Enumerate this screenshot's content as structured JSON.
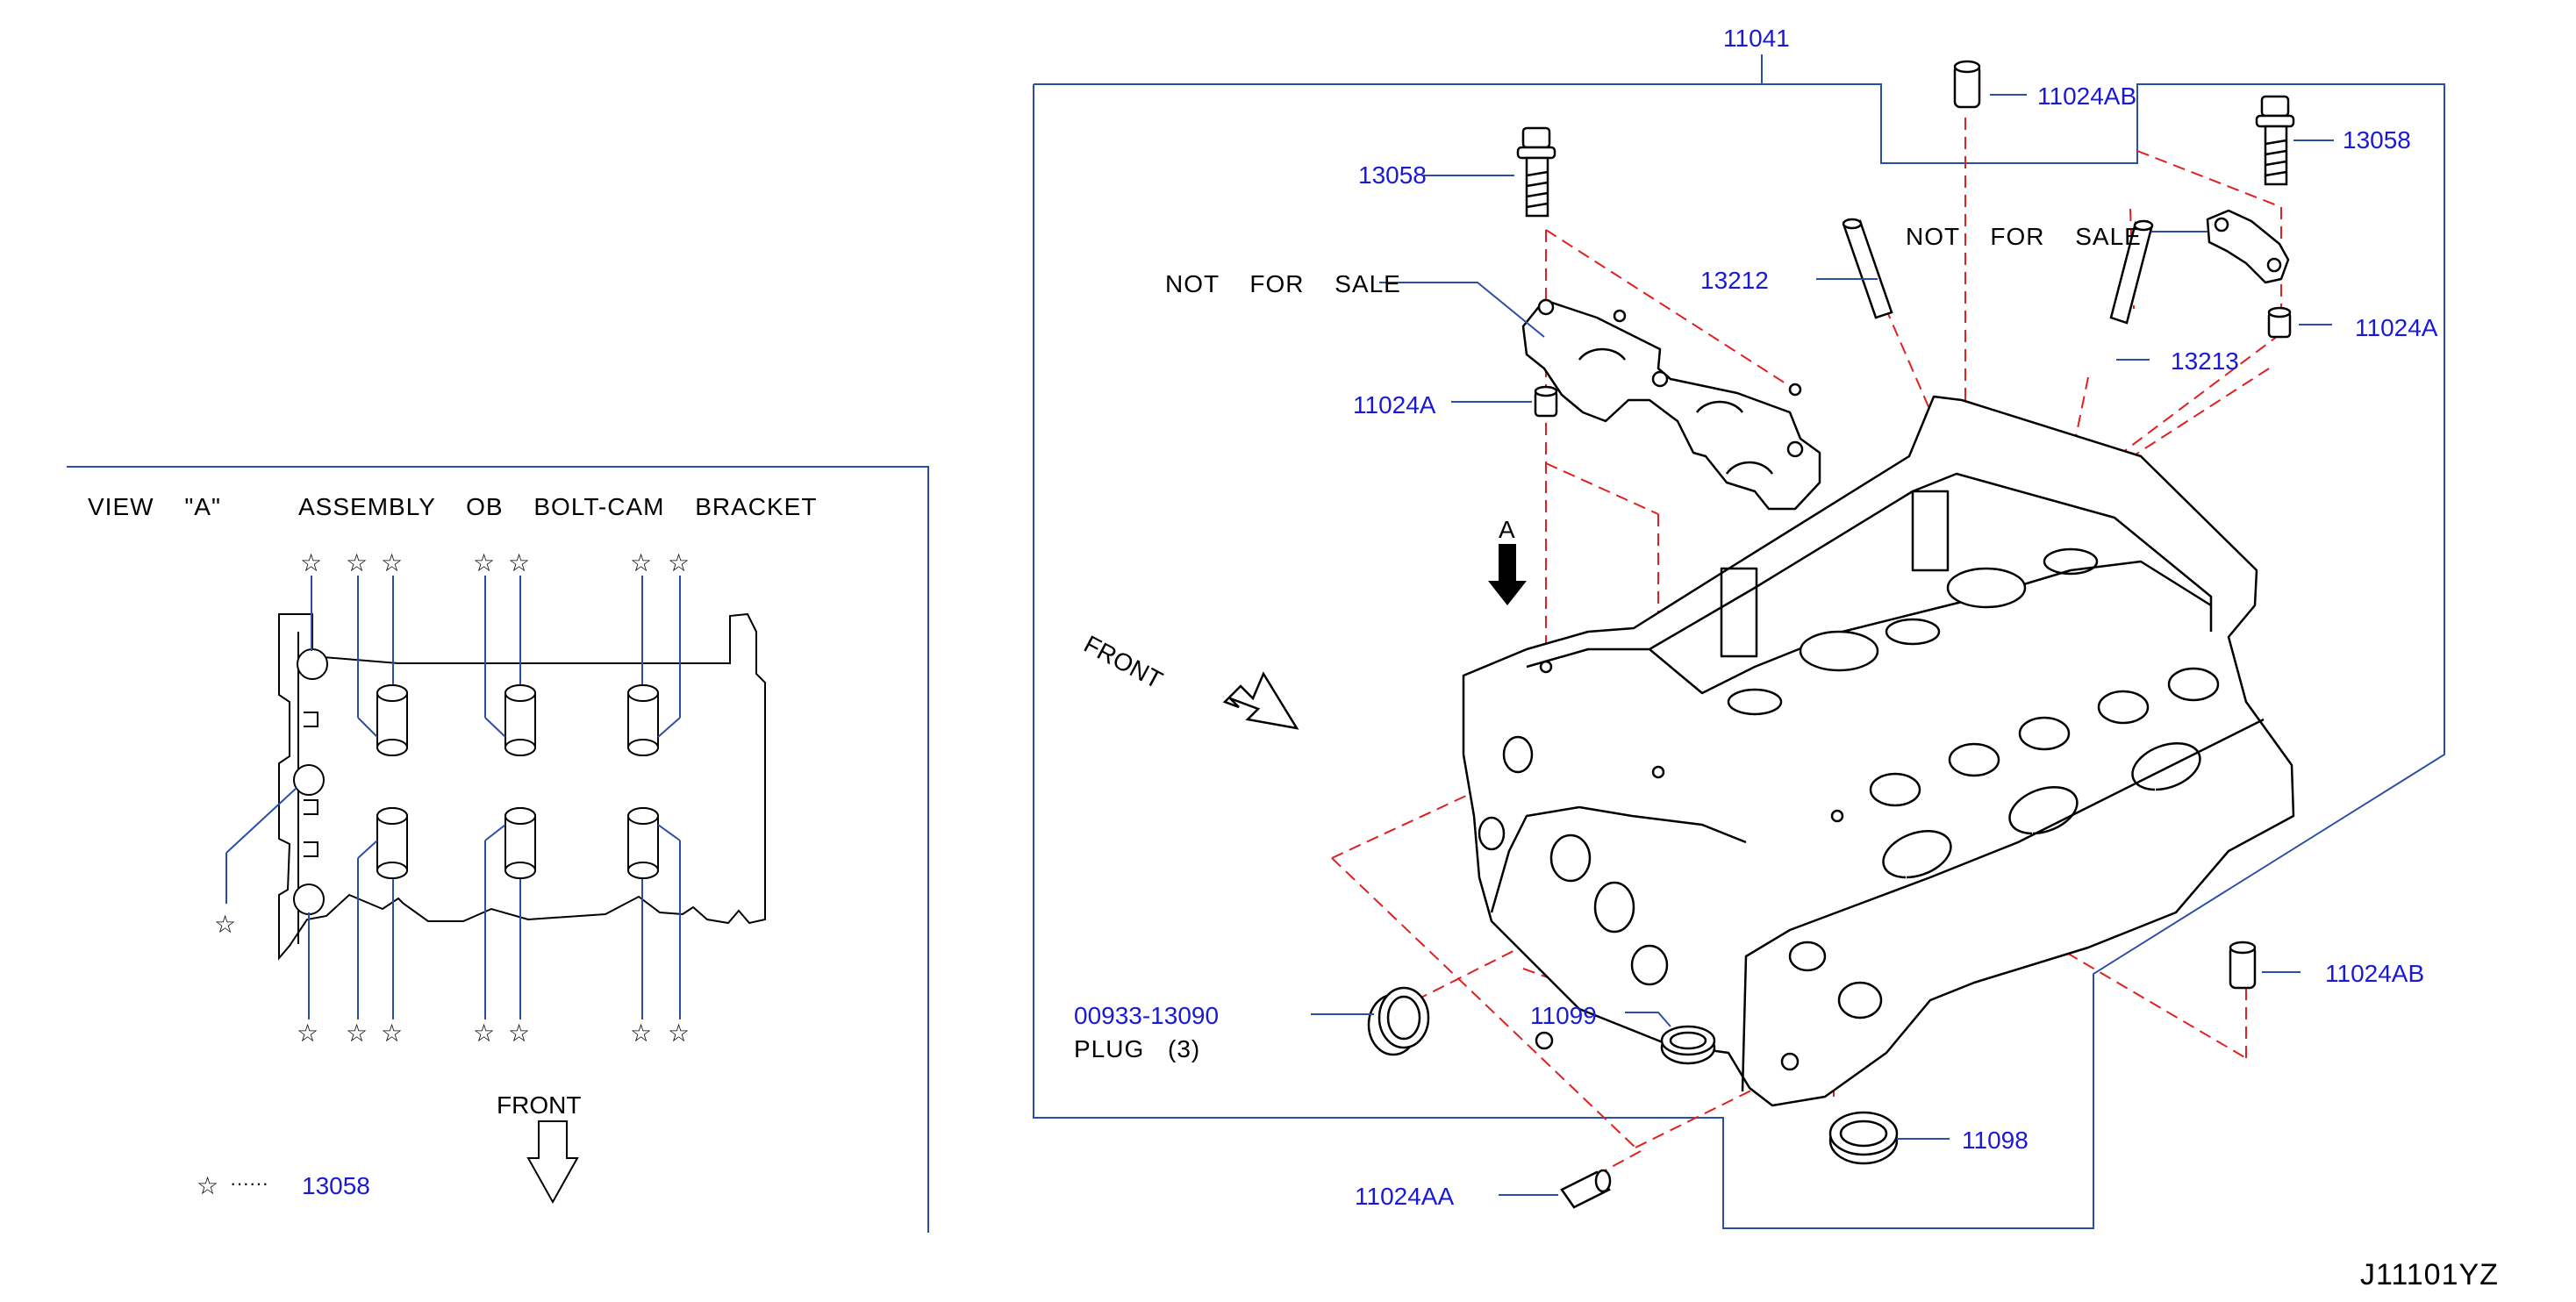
{
  "diagram_code": "J11101YZ",
  "view": {
    "view_title": "VIEW \"A\"",
    "assembly_title": "ASSEMBLY OB BOLT-CAM BRACKET",
    "front_label": "FRONT",
    "legend_star": "☆",
    "legend_dots": "······",
    "legend_part": "13058"
  },
  "main": {
    "front_label": "FRONT",
    "arrow_label": "A"
  },
  "callouts": {
    "assembly": "11041",
    "dowel_top": "11024AB",
    "bolt_left": "13058",
    "bolt_right": "13058",
    "not_for_sale_left": "NOT FOR SALE",
    "not_for_sale_right": "NOT FOR SALE",
    "guide_13212": "13212",
    "guide_13213": "13213",
    "dowel_right": "11024A",
    "dowel_left": "11024A",
    "plug_part": "00933-13090",
    "plug_text": "PLUG (3)",
    "seal_11099": "11099",
    "dowel_lower_right": "11024AB",
    "seal_11098": "11098",
    "dowel_bottom": "11024AA"
  },
  "colors": {
    "callout_text": "#1a1ad6",
    "leader_line": "#2b4fa8",
    "phantom_line": "#e02020",
    "drawing": "#000000"
  }
}
